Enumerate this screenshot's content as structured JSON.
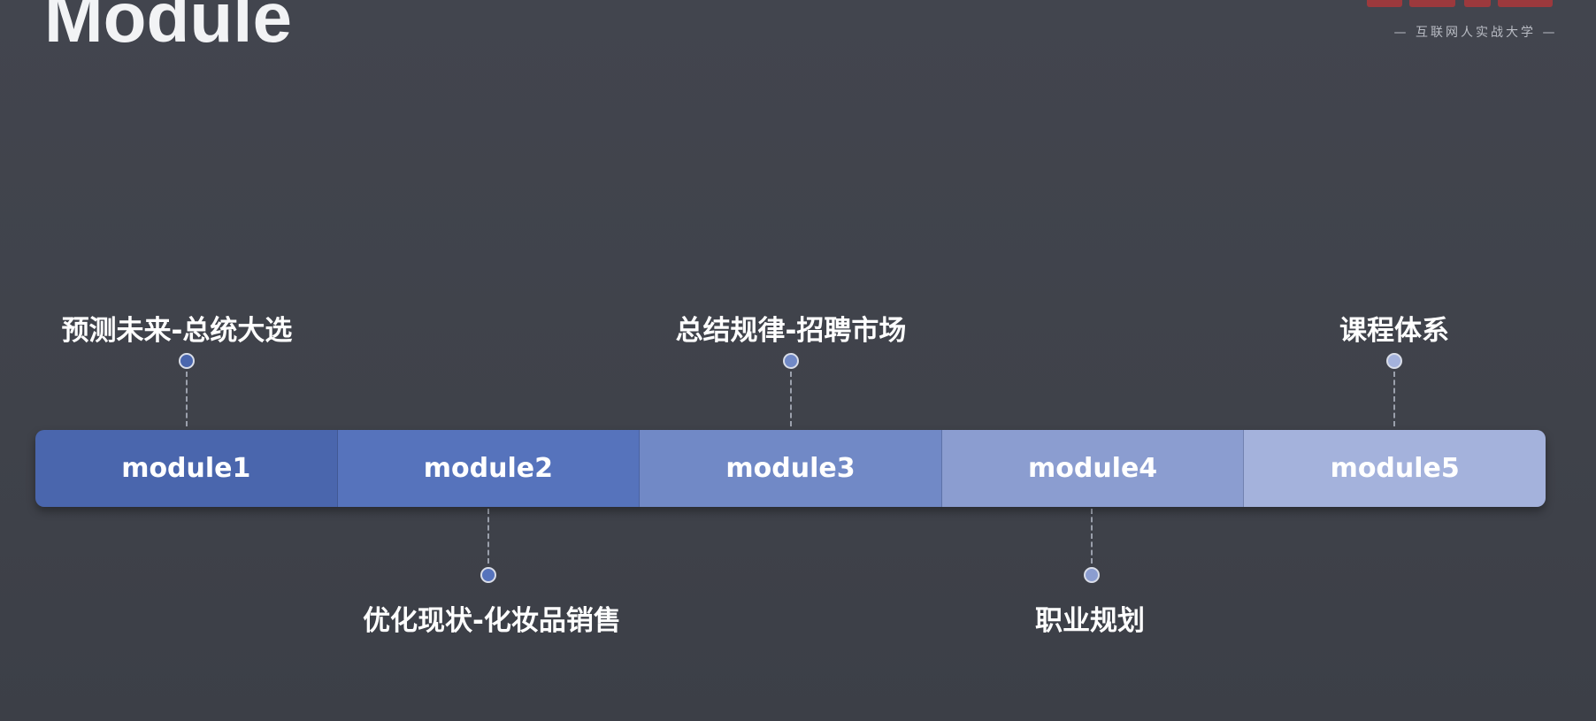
{
  "title": "Module",
  "logo": {
    "tagline": "— 互联网人实战大学 —",
    "brand_color": "#b3363a"
  },
  "timeline": {
    "modules": [
      {
        "label": "module1",
        "color": "#4a66ad"
      },
      {
        "label": "module2",
        "color": "#5673bc"
      },
      {
        "label": "module3",
        "color": "#7189c6"
      },
      {
        "label": "module4",
        "color": "#8b9dd0"
      },
      {
        "label": "module5",
        "color": "#a4b2dc"
      }
    ],
    "milestones": [
      {
        "text": "预测未来-总统大选",
        "placement": "above",
        "module": "module1"
      },
      {
        "text": "优化现状-化妆品销售",
        "placement": "below",
        "module": "module2"
      },
      {
        "text": "总结规律-招聘市场",
        "placement": "above",
        "module": "module3"
      },
      {
        "text": "职业规划",
        "placement": "below",
        "module": "module4"
      },
      {
        "text": "课程体系",
        "placement": "above",
        "module": "module5"
      }
    ]
  }
}
